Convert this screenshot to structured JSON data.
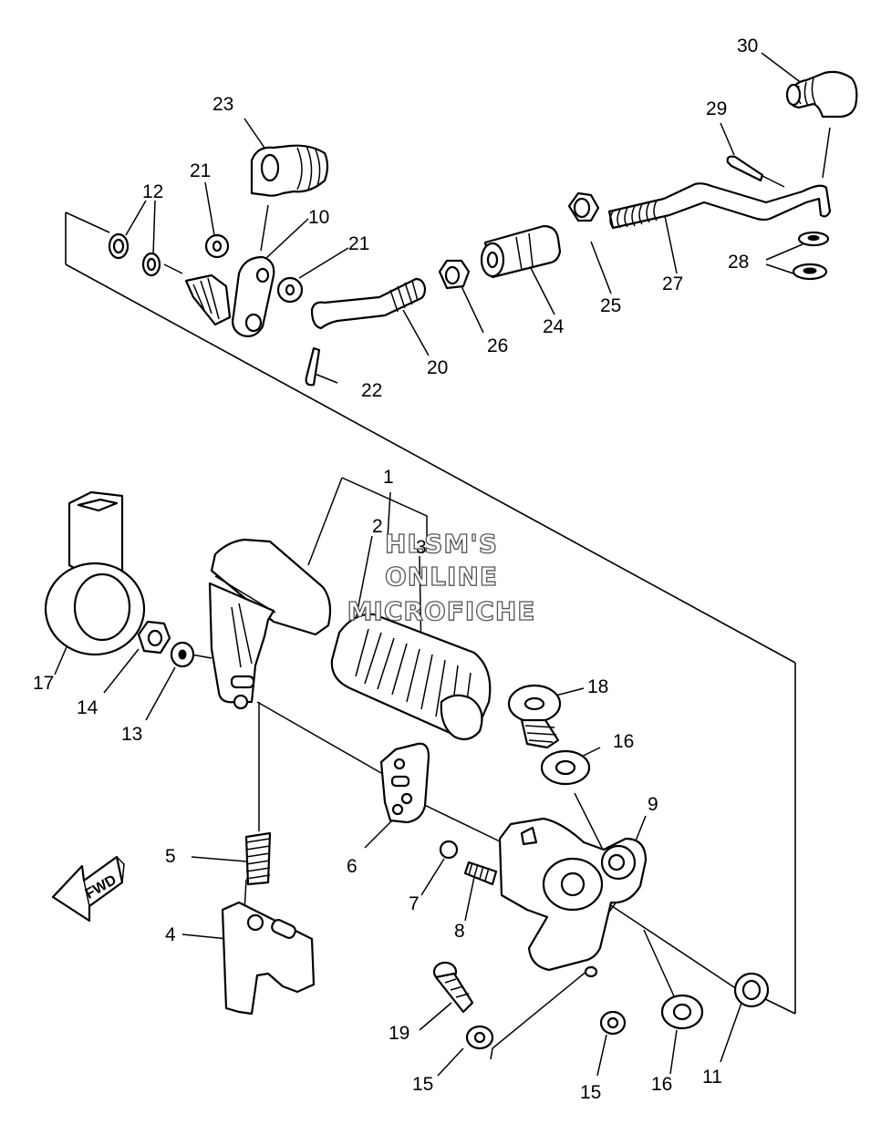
{
  "watermark": {
    "line1": "HLSM'S",
    "line2": "ONLINE",
    "line3": "MICROFICHE"
  },
  "fwd_label": "FWD",
  "callouts": {
    "c1": "1",
    "c2": "2",
    "c3": "3",
    "c4": "4",
    "c5": "5",
    "c6": "6",
    "c7": "7",
    "c8": "8",
    "c9": "9",
    "c10": "10",
    "c11": "11",
    "c12": "12",
    "c13": "13",
    "c14": "14",
    "c15a": "15",
    "c15b": "15",
    "c16a": "16",
    "c16b": "16",
    "c17": "17",
    "c18": "18",
    "c19": "19",
    "c20": "20",
    "c21a": "21",
    "c21b": "21",
    "c22": "22",
    "c23": "23",
    "c24": "24",
    "c25": "25",
    "c26": "26",
    "c27": "27",
    "c28": "28",
    "c29": "29",
    "c30": "30"
  }
}
